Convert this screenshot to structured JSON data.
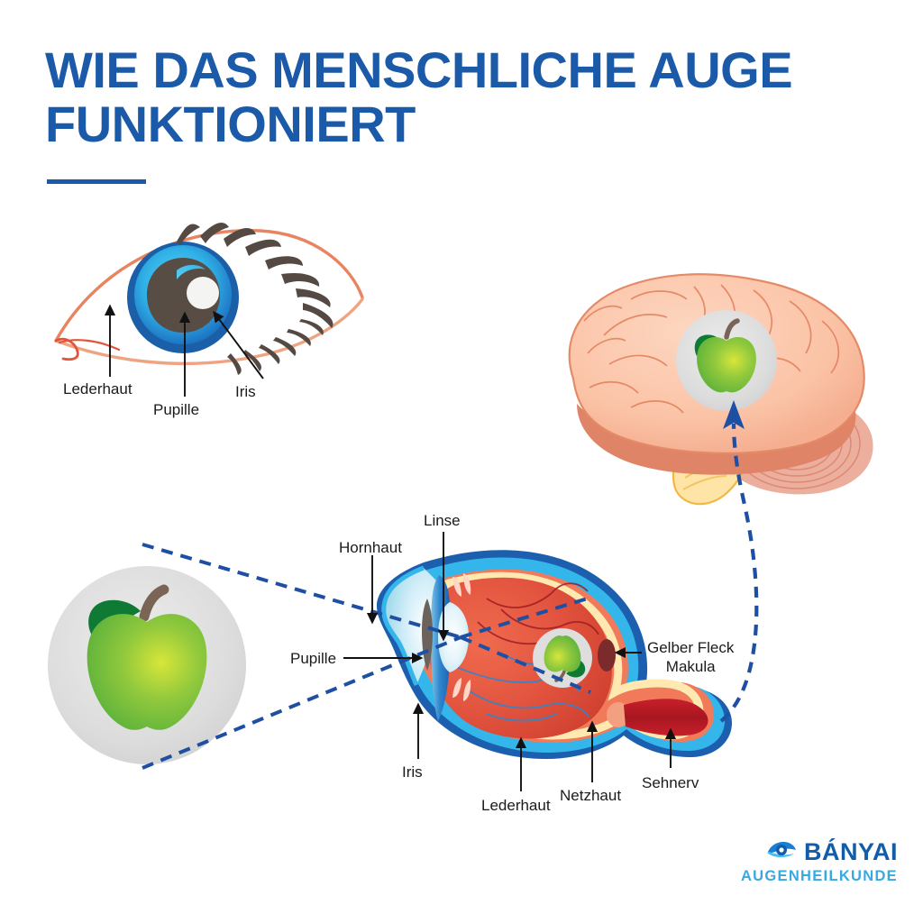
{
  "page": {
    "title_line1": "WIE DAS MENSCHLICHE AUGE",
    "title_line2": "FUNKTIONIERT",
    "title_full": "WIE DAS MENSCHLICHE AUGE\nFUNKTIONIERT",
    "background_color": "#ffffff",
    "accent_color": "#1a5aa8"
  },
  "eye_front": {
    "caption_scelra": "Lederhaut",
    "caption_pupil": "Pupille",
    "caption_iris": "Iris",
    "colors": {
      "lid_outline": "#e8845f",
      "iris_ring": "#1a5fa8",
      "iris_inner": "#2fb4e8",
      "pupil": "#584d45",
      "lash": "#544a43"
    }
  },
  "eye_section": {
    "label_cornea": "Hornhaut",
    "label_lens": "Linse",
    "label_pupil": "Pupille",
    "label_iris": "Iris",
    "label_sclera": "Lederhaut",
    "label_retina": "Netzhaut",
    "label_macula_line1": "Gelber Fleck",
    "label_macula_line2": "Makula",
    "label_macula": "Gelber Fleck\nMakula",
    "label_optic_nerve": "Sehnerv",
    "colors": {
      "sclera_outer": "#1b5fae",
      "sclera_inner": "#35b6ea",
      "choroid": "#f07a5a",
      "retina_band": "#ffe9b0",
      "vitreous": "#e2543f",
      "cornea": "#cfeef8",
      "iris": "#1f6fbd",
      "lens": "#dff2f8",
      "pupil": "#6b625b",
      "macula": "#7b2b2b",
      "nerve": "#c21f26"
    }
  },
  "stimulus": {
    "object_name": "Apfel",
    "circle_color": "#dedede",
    "apple_color": "#7cc242",
    "leaf_color": "#0f7a34",
    "stem_color": "#7a6455"
  },
  "brain": {
    "percept_object": "Apfel",
    "colors": {
      "cortex": "#fbc6ab",
      "cortex_line": "#e07a55",
      "temporal": "#e08468",
      "cerebellum": "#e0907a",
      "brainstem": "#ffd97a",
      "circle": "#dedede"
    }
  },
  "light_path": {
    "ray_color": "#1f4fa3",
    "signal_color": "#1f4fa3",
    "style": "dashed"
  },
  "logo": {
    "name": "BÁNYAI",
    "subtitle": "AUGENHEILKUNDE",
    "icon": "eye-icon",
    "name_color": "#125ca8",
    "subtitle_color": "#38a9e0"
  }
}
